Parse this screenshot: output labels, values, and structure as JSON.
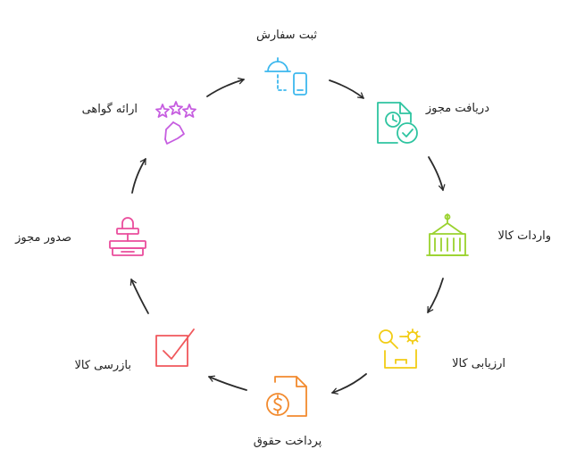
{
  "steps": [
    {
      "label": "ثبت سفارش",
      "icon": "order-registration-icon",
      "color": "#3db8ee"
    },
    {
      "label": "دریافت مجوز",
      "icon": "permit-document-icon",
      "color": "#2ec4a0"
    },
    {
      "label": "واردات کالا",
      "icon": "import-container-icon",
      "color": "#9ad22e"
    },
    {
      "label": "ارزیابی کالا",
      "icon": "goods-evaluation-icon",
      "color": "#f2cc14"
    },
    {
      "label": "پرداخت حقوق",
      "icon": "duty-payment-icon",
      "color": "#f28a2e"
    },
    {
      "label": "بازرسی کالا",
      "icon": "inspection-checkbox-icon",
      "color": "#f0585c"
    },
    {
      "label": "صدور مجوز",
      "icon": "permit-stamp-icon",
      "color": "#ea4d9c"
    },
    {
      "label": "ارائه گواهی",
      "icon": "certificate-award-icon",
      "color": "#c65de0"
    }
  ]
}
